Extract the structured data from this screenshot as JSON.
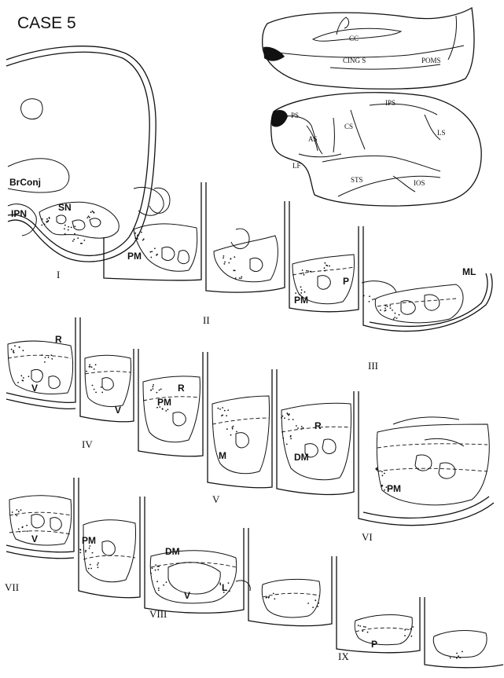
{
  "figure": {
    "title": "CASE 5",
    "brain_labels": {
      "medial": [
        "CC",
        "CING S",
        "POMS"
      ],
      "lateral": [
        "PS",
        "AS",
        "CS",
        "IPS",
        "LS",
        "LF",
        "STS",
        "IOS"
      ]
    },
    "section_labels": [
      "I",
      "II",
      "III",
      "IV",
      "V",
      "VI",
      "VII",
      "VIII",
      "IX"
    ],
    "region_labels": {
      "brconj": "BrConj",
      "ipn": "IPN",
      "sn": "SN",
      "pm": "PM",
      "p": "P",
      "ml": "ML",
      "r": "R",
      "v": "V",
      "m": "M",
      "dm": "DM",
      "l": "L"
    }
  }
}
